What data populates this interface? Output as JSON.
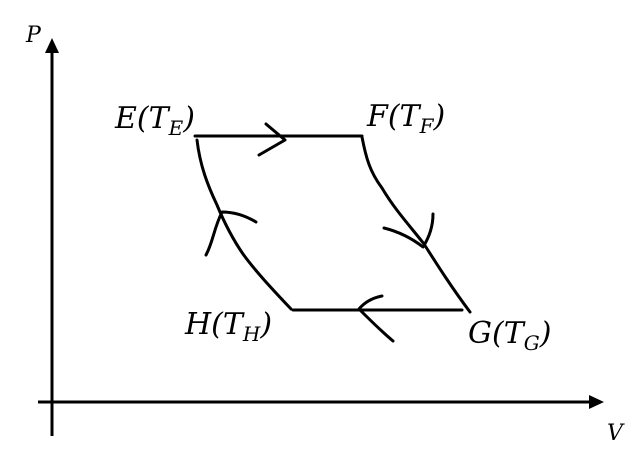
{
  "axes": {
    "y_label": "P",
    "x_label": "V"
  },
  "points": {
    "E": {
      "name": "E",
      "open": "(",
      "sym": "T",
      "sub": "E",
      "close": ")"
    },
    "F": {
      "name": "F",
      "open": "(",
      "sym": "T",
      "sub": "F",
      "close": ")"
    },
    "G": {
      "name": "G",
      "open": "(",
      "sym": "T",
      "sub": "G",
      "close": ")"
    },
    "H": {
      "name": "H",
      "open": "(",
      "sym": "T",
      "sub": "H",
      "close": ")"
    }
  },
  "colors": {
    "ink": "#000000",
    "background": "#ffffff"
  }
}
